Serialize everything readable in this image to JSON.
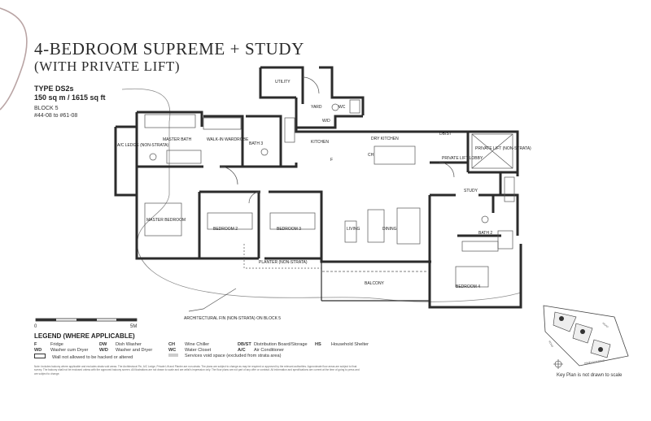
{
  "header": {
    "title": "4-BEDROOM SUPREME + STUDY",
    "subtitle": "(WITH PRIVATE LIFT)",
    "type_line": "TYPE DS2s",
    "area_line": "150 sq m / 1615 sq ft",
    "block_line": "BLOCK 5",
    "units_line": "#44-08 to #61-08"
  },
  "rooms": {
    "utility": "UTILITY",
    "yard": "YARD",
    "wc": "WC",
    "wd": "W/D",
    "master_bath": "MASTER BATH",
    "walk_in_wardrobe": "WALK-IN WARDROBE",
    "bath_3": "BATH 3",
    "kitchen": "KITCHEN",
    "dry_kitchen": "DRY KITCHEN",
    "ch": "CH",
    "f": "F",
    "dbst": "DB/ST",
    "private_lift_lobby": "PRIVATE LIFT LOBBY",
    "private_lift": "PRIVATE LIFT (NON-STRATA)",
    "ac_ledge": "A/C LEDGE (NON-STRATA)",
    "master_bedroom": "MASTER BEDROOM",
    "bedroom_2": "BEDROOM 2",
    "bedroom_3": "BEDROOM 3",
    "living": "LIVING",
    "dining": "DINING",
    "study": "STUDY",
    "bath_2": "BATH 2",
    "bedroom_4": "BEDROOM 4",
    "balcony": "BALCONY",
    "planter": "PLANTER (NON-STRATA)"
  },
  "fin_note": "ARCHITECTURAL FIN (NON-STRATA) ON BLOCK 5",
  "scale": {
    "zero": "0",
    "max": "5M"
  },
  "legend": {
    "title": "LEGEND (WHERE APPLICABLE)",
    "items": [
      {
        "code": "F",
        "text": "Fridge"
      },
      {
        "code": "WD",
        "text": "Washer cum Dryer"
      },
      {
        "code": "",
        "text": "Wall not allowed to be hacked or altered"
      },
      {
        "code": "DW",
        "text": "Dish Washer"
      },
      {
        "code": "W/D",
        "text": "Washer and Dryer"
      },
      {
        "code": "CH",
        "text": "Wine Chiller"
      },
      {
        "code": "WC",
        "text": "Water Closet"
      },
      {
        "code": "",
        "text": "Services void space (excluded from strata area)"
      },
      {
        "code": "DB/ST",
        "text": "Distribution Board/Storage"
      },
      {
        "code": "A/C",
        "text": "Air Conditioner"
      },
      {
        "code": "HS",
        "text": "Household Shelter"
      }
    ]
  },
  "fineprint": "Note: Includes balcony where applicable and excludes strata void areas. The Architectural Fin, A/C Ledge, Private Lift and Planter are non-strata. The plans are subject to change as may be required or approved by the relevant authorities. Approximate floor areas are subject to final survey. The balcony shall not be enclosed unless with the approved balcony screen. All illustrations are not drawn to scale and are artist's impression only. The floor plans are not part of any offer or contract. All information and specifications are current at the time of going to press and are subject to change.",
  "key_plan": {
    "note": "Key Plan is not drawn to scale",
    "road_1": "ROAD",
    "road_2": "HAVELOCK ROAD"
  },
  "colors": {
    "wall": "#2b2b2b",
    "text": "#222222",
    "accent_swirl": "#a89090"
  }
}
